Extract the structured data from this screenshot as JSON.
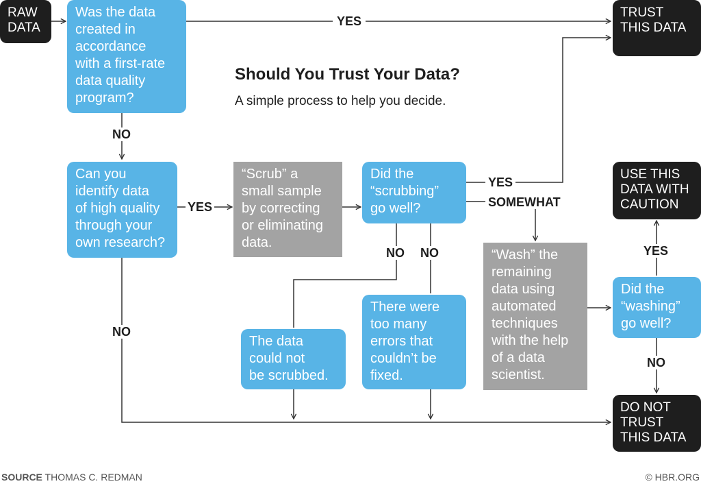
{
  "title": "Should You Trust Your Data?",
  "subtitle": "A simple process to help you decide.",
  "footer": {
    "source_label": "SOURCE",
    "source_name": "THOMAS C. REDMAN",
    "credit": "© HBR.ORG"
  },
  "nodes": {
    "raw_data": "RAW\nDATA",
    "q_first_rate": "Was the data\ncreated in\naccordance\nwith a first-rate\ndata quality\nprogram?",
    "q_identify": "Can you\nidentify data\nof high quality\nthrough your\nown research?",
    "scrub": "“Scrub” a\nsmall sample\nby correcting\nor eliminating\ndata.",
    "q_scrubbing": "Did the\n“scrubbing”\ngo well?",
    "could_not_scrub": "The data\ncould not\nbe scrubbed.",
    "too_many_errors": "There were\ntoo many\nerrors that\ncouldn’t be\nfixed.",
    "wash": "“Wash” the\nremaining\ndata using\nautomated\ntechniques\nwith the help\nof a data\nscientist.",
    "q_washing": "Did the\n“washing”\ngo well?",
    "trust": "TRUST\nTHIS DATA",
    "caution": "USE THIS\nDATA WITH\nCAUTION",
    "do_not_trust": "DO NOT\nTRUST\nTHIS DATA"
  },
  "edge_labels": {
    "yes_top": "YES",
    "no_first": "NO",
    "yes_identify": "YES",
    "no_identify": "NO",
    "yes_scrub": "YES",
    "somewhat": "SOMEWHAT",
    "no_scrub_a": "NO",
    "no_scrub_b": "NO",
    "yes_wash": "YES",
    "no_wash": "NO"
  },
  "colors": {
    "question": "#58b4e6",
    "action": "#a3a3a3",
    "terminal": "#1e1e1e",
    "connector": "#333333"
  }
}
